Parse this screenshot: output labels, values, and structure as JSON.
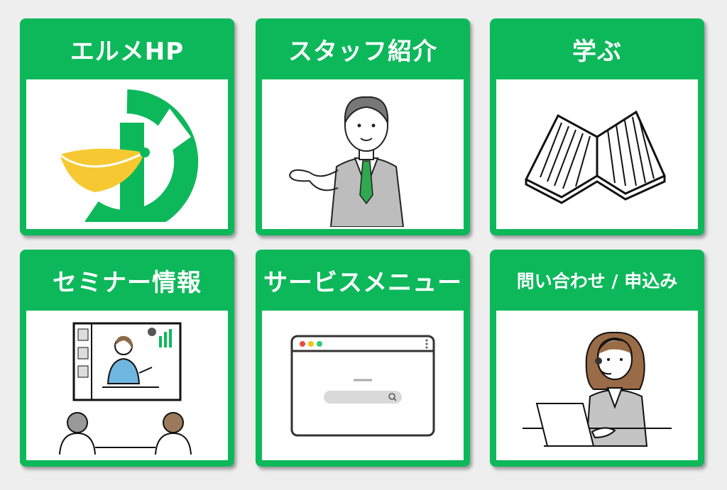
{
  "cards": [
    {
      "title": "エルメHP",
      "icon": "elme-logo-icon"
    },
    {
      "title": "スタッフ紹介",
      "icon": "staff-man-icon"
    },
    {
      "title": "学ぶ",
      "icon": "open-book-icon"
    },
    {
      "title": "セミナー情報",
      "icon": "video-seminar-icon"
    },
    {
      "title": "サービスメニュー",
      "icon": "browser-window-icon"
    },
    {
      "title": "問い合わせ / 申込み",
      "icon": "operator-woman-icon"
    }
  ],
  "colors": {
    "brand_green": "#0db85a",
    "logo_yellow": "#f6c932",
    "background": "#eeeeee"
  }
}
